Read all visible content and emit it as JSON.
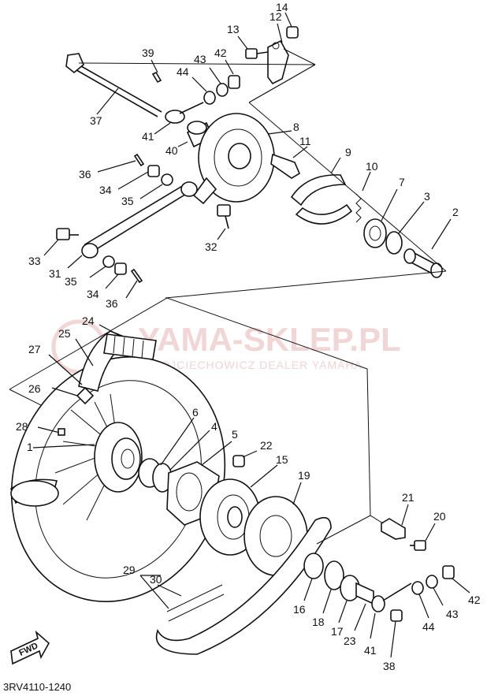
{
  "diagram": {
    "code": "3RV4110-1240",
    "watermark": {
      "main": "YAMA-SKLEP.PL",
      "sub": "WOJCIECHOWICZ DEALER YAMAHA"
    },
    "fwd_label": "FWD",
    "labels": {
      "p1": "1",
      "p2": "2",
      "p3": "3",
      "p4": "4",
      "p5": "5",
      "p6": "6",
      "p7": "7",
      "p8": "8",
      "p9": "9",
      "p10": "10",
      "p11": "11",
      "p12": "12",
      "p13": "13",
      "p14": "14",
      "p15": "15",
      "p16": "16",
      "p17": "17",
      "p18": "18",
      "p19": "19",
      "p20": "20",
      "p21": "21",
      "p22": "22",
      "p23": "23",
      "p24": "24",
      "p25": "25",
      "p26": "26",
      "p27": "27",
      "p28": "28",
      "p29": "29",
      "p30": "30",
      "p31": "31",
      "p32": "32",
      "p33": "33",
      "p34a": "34",
      "p34b": "34",
      "p35a": "35",
      "p35b": "35",
      "p36a": "36",
      "p36b": "36",
      "p37": "37",
      "p38": "38",
      "p39": "39",
      "p40": "40",
      "p41a": "41",
      "p41b": "41",
      "p42a": "42",
      "p42b": "42",
      "p43a": "43",
      "p43b": "43",
      "p44a": "44",
      "p44b": "44"
    }
  }
}
